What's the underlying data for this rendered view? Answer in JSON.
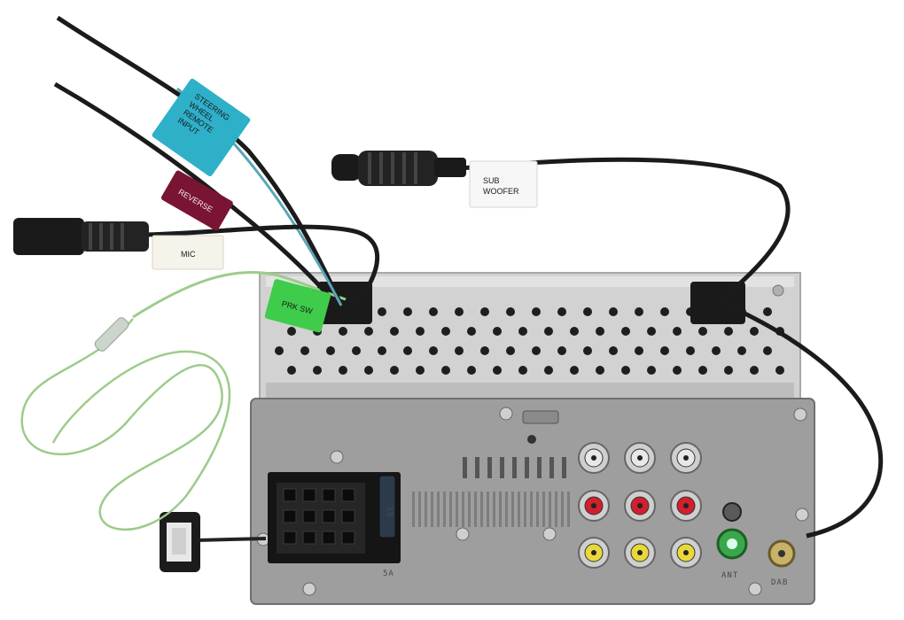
{
  "labels": {
    "steering_wheel_remote_input": [
      "STEERING",
      "WHEEL",
      "REMOTE",
      "INPUT"
    ],
    "reverse": "REVERSE",
    "mic": "MIC",
    "prk_sw": "PRK  SW",
    "sub_woofer": [
      "SUB",
      "WOOFER"
    ],
    "fuse_rating": "15",
    "fuse_amp": "5A",
    "ant": "ANT",
    "dab": "DAB"
  },
  "colors": {
    "steering_tag": "#2eb0c9",
    "reverse_tag": "#7a1433",
    "mic_tag": "#f6f3ea",
    "prk_tag": "#3fcc4a",
    "subwoofer_tag": "#f7f7f7",
    "chassis": "#c9c9c9",
    "back_panel": "#9e9e9e",
    "rca_white": "#e8e8e8",
    "rca_red": "#d0202e",
    "rca_yellow": "#e9d83a",
    "ant_green": "#3aa84a",
    "green_wire": "#9ccc8a"
  }
}
